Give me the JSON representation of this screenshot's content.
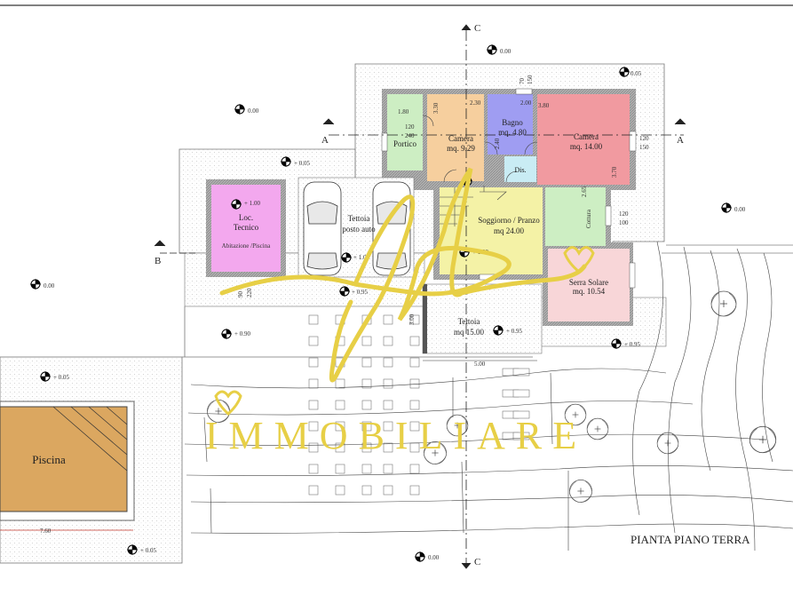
{
  "title": "PIANTA PIANO TERRA",
  "section_labels": {
    "a_left": "A",
    "a_right": "A",
    "b": "B",
    "c_top": "C",
    "c_bottom": "C"
  },
  "rooms": {
    "portico": "Portico",
    "camera1_name": "Camera",
    "camera1_area": "mq. 9.29",
    "bagno_name": "Bagno",
    "bagno_area": "mq. 4.80",
    "camera2_name": "Camera",
    "camera2_area": "mq. 14.00",
    "dis": "Dis.",
    "soggiorno_name": "Soggiorno / Pranzo",
    "soggiorno_area": "mq 24.00",
    "cottura": "Cottura",
    "serra_name": "Serra Solare",
    "serra_area": "mq. 10.54",
    "loc_name1": "Loc.",
    "loc_name2": "Tecnico",
    "loc_sub": "Abitazione /Piscina",
    "tettoia_auto1": "Tettoia",
    "tettoia_auto2": "posto auto",
    "tettoia2_name": "Tettoia",
    "tettoia2_area": "mq 15.00",
    "piscina": "Piscina"
  },
  "levels": {
    "c_top": "0.00",
    "nw_corner": "0.05",
    "left_terrace": "0.00",
    "drive_top": "+ 0.05",
    "east": "0.00",
    "west": "0.00",
    "loc": "+ 1.00",
    "tettoia_auto": "+ 1.00",
    "soggiorno": "+ 1.00",
    "tettoia_95": "+ 0.95",
    "tettoia2_95": "+ 0.95",
    "garden_95": "+ 0.95",
    "drive_90": "+ 0.90",
    "pool_top": "+ 0.05",
    "pool_bottom": "+ 0.05",
    "c_bottom": "0.00"
  },
  "dimensions": {
    "d1": "1.80",
    "d2": "120",
    "d3": "240",
    "d4": "3.30",
    "d5": "2.30",
    "d6": "2.00",
    "d7": "3.80",
    "d8": "70",
    "d9": "150",
    "d10": "2.40",
    "d11": "120",
    "d12": "150",
    "d13": "3.70",
    "d14": "2.65",
    "d15": "120",
    "d16": "100",
    "d17": "90",
    "d18": "220",
    "d19": "3.00",
    "d20": "5.00",
    "d21": "7.60"
  },
  "watermark": {
    "word": "IMMOBILIARE",
    "color": "#e7cf46"
  },
  "colors": {
    "portico": "#cdeec3",
    "camera1": "#f6cf9e",
    "bagno": "#9f9df2",
    "camera2": "#f19aa0",
    "dis": "#c9ecf4",
    "soggiorno": "#f4f2a6",
    "cottura": "#cdeec3",
    "serra": "#f8d6d8",
    "loc": "#f3a8ee",
    "piscina": "#dba760",
    "wall": "#9d9d9d"
  }
}
